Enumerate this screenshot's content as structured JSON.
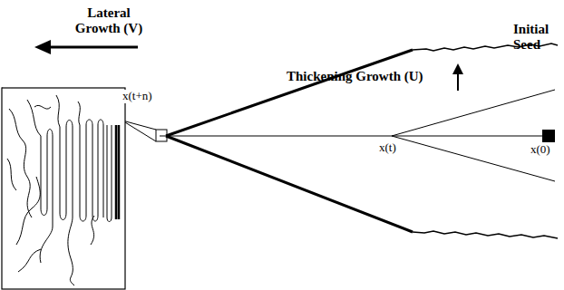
{
  "diagram": {
    "labels": [
      "Lateral Growth (V)",
      "Thickening Growth (U)",
      "x(t+n)",
      "x(t)",
      "Initial Seed",
      "x(0)"
    ]
  }
}
